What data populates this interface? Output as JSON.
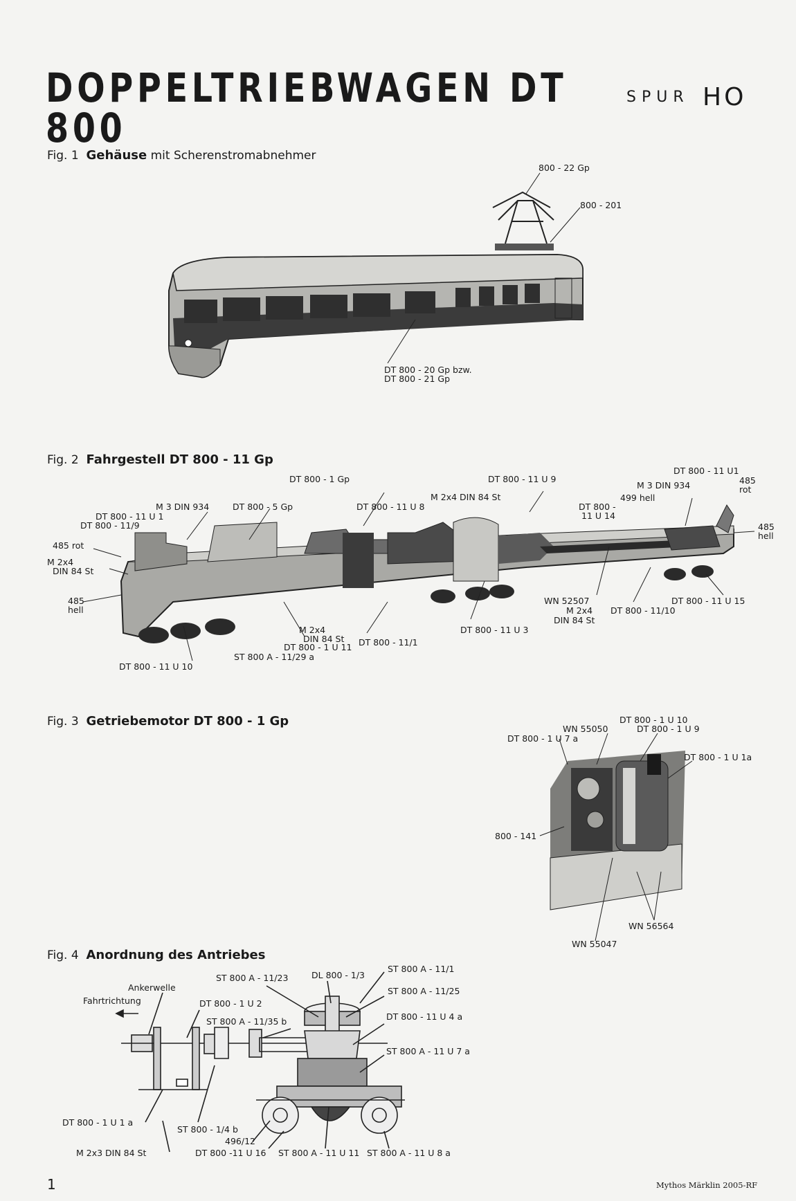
{
  "header": {
    "title": "DOPPELTRIEBWAGEN DT 800",
    "gauge_label": "SPUR",
    "gauge_value": "HO"
  },
  "fig1": {
    "number": "Fig. 1",
    "title": "Gehäuse",
    "subtitle": "mit Scherenstromabnehmer",
    "labels": [
      "800 - 22 Gp",
      "800 - 201",
      "DT 800 - 20 Gp bzw.",
      "DT 800 - 21 Gp"
    ]
  },
  "fig2": {
    "number": "Fig. 2",
    "title": "Fahrgestell DT 800 - 11 Gp",
    "labels": [
      "DT 800 - 1 Gp",
      "DT 800 - 11 U 9",
      "DT 800 - 11 U1",
      "M 3 DIN 934",
      "485",
      "rot",
      "M 2x4 DIN 84 St",
      "M 3 DIN 934",
      "DT 800 - 5 Gp",
      "DT 800 - 11 U 8",
      "499 hell",
      "DT 800 -",
      "11 U 14",
      "DT 800 - 11 U 1",
      "DT 800 - 11/9",
      "485 rot",
      "M 2x4",
      "DIN 84 St",
      "485",
      "hell",
      "485",
      "hell",
      "WN 52507",
      "M 2x4",
      "DIN 84 St",
      "DT 800 - 11/10",
      "DT 800 - 11 U 15",
      "M 2x4",
      "DIN 84 St",
      "DT 800 - 1 U 11",
      "DT 800 - 11/1",
      "DT 800 - 11 U 3",
      "ST 800 A - 11/29 a",
      "DT 800 - 11 U 10"
    ]
  },
  "fig3": {
    "number": "Fig. 3",
    "title": "Getriebemotor DT 800 - 1 Gp",
    "labels": [
      "DT 800 - 1 U 10",
      "WN 55050",
      "DT 800 - 1 U 9",
      "DT 800 - 1 U 7 a",
      "DT 800 - 1 U 1a",
      "800 - 141",
      "WN 56564",
      "WN 55047"
    ]
  },
  "fig4": {
    "number": "Fig. 4",
    "title": "Anordnung des Antriebes",
    "labels": [
      "ST 800 A - 11/1",
      "ST 800 A - 11/23",
      "DL 800 - 1/3",
      "ST 800 A - 11/25",
      "Ankerwelle",
      "Fahrtrichtung",
      "DT 800 - 1 U 2",
      "DT 800 - 11 U 4 a",
      "ST 800 A - 11/35 b",
      "ST 800 A - 11 U 7 a",
      "DT 800 - 1 U 1 a",
      "ST 800 - 1/4 b",
      "496/12",
      "M 2x3 DIN 84 St",
      "DT 800 -11 U 16",
      "ST 800 A - 11 U 11",
      "ST 800 A - 11 U 8 a"
    ]
  },
  "footer": {
    "page_number": "1",
    "credit": "Mythos Märklin 2005-RF"
  }
}
